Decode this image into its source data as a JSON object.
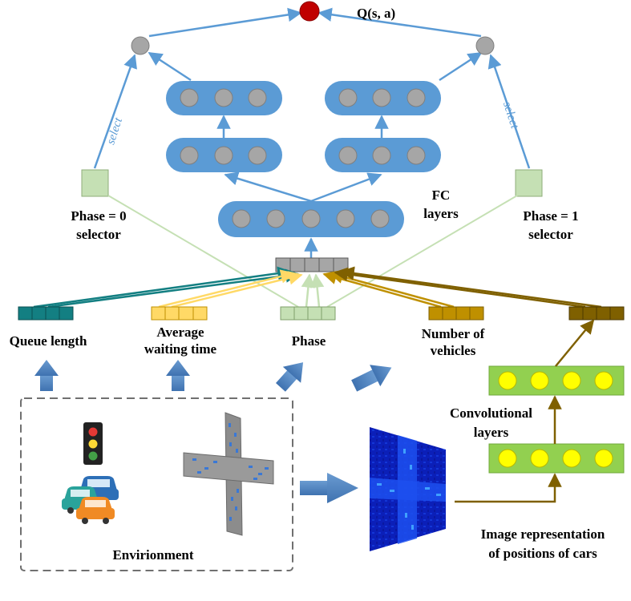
{
  "output": {
    "label": "Q(s, a)"
  },
  "selectors": {
    "left_label_line1": "Phase = 0",
    "left_label_line2": "selector",
    "right_label_line1": "Phase = 1",
    "right_label_line2": "selector",
    "select_text": "select"
  },
  "fc": {
    "label_line1": "FC",
    "label_line2": "layers"
  },
  "features": {
    "queue_length": "Queue length",
    "avg_waiting_line1": "Average",
    "avg_waiting_line2": "waiting time",
    "phase": "Phase",
    "num_vehicles_line1": "Number of",
    "num_vehicles_line2": "vehicles"
  },
  "conv": {
    "label_line1": "Convolutional",
    "label_line2": "layers"
  },
  "environment": {
    "label": "Envirionment"
  },
  "image_rep": {
    "label_line1": "Image representation",
    "label_line2": "of positions of cars"
  },
  "colors": {
    "node_fill": "#a6a6a6",
    "layer_fill": "#5b9bd5",
    "conv_fill": "#92d050",
    "conv_node": "#ffff00",
    "output_node": "#c00000",
    "selector_fill": "#c5e0b4",
    "queue_color": "#137f82",
    "waiting_color": "#ffd966",
    "phase_color": "#c5e0b4",
    "vehicles_color": "#bf9000",
    "image_color": "#7f6000",
    "arrow_blue": "#5b9bd5",
    "block_arrow": "#4f81bd"
  }
}
